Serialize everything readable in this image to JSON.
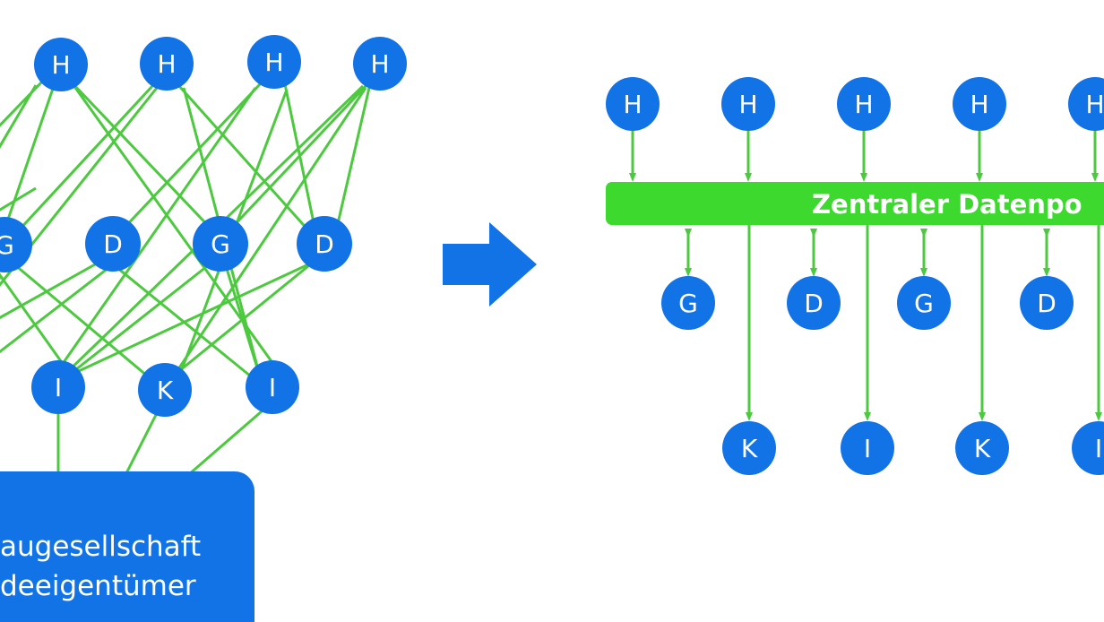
{
  "colors": {
    "node_fill": "#1273e6",
    "edge": "#4cc93f",
    "bar": "#3dd92e",
    "arrow": "#1273e6",
    "text_on_blue": "#ffffff"
  },
  "left_network": {
    "top_nodes": [
      "H",
      "H",
      "H",
      "H"
    ],
    "middle_nodes": [
      "G",
      "D",
      "G",
      "D"
    ],
    "bottom_nodes": [
      "I",
      "K",
      "I"
    ],
    "owner_box": {
      "line1": "augesellschaft",
      "line2": "deeigentümer"
    }
  },
  "transition_arrow": {
    "icon": "right-arrow-icon"
  },
  "right_network": {
    "bar_label": "Zentraler Datenpo",
    "top_nodes": [
      "H",
      "H",
      "H",
      "H",
      "H"
    ],
    "middle_nodes": [
      "G",
      "D",
      "G",
      "D"
    ],
    "bottom_nodes": [
      "K",
      "I",
      "K",
      "I"
    ]
  }
}
